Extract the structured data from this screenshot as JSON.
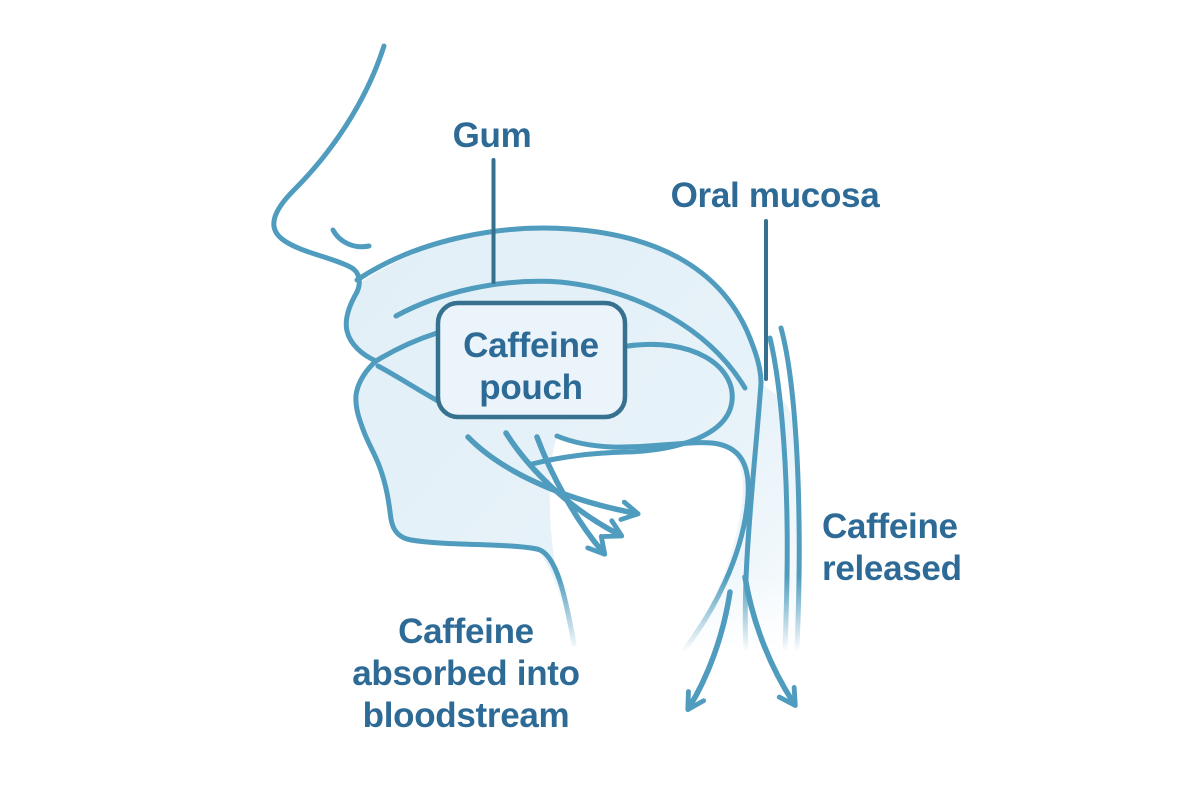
{
  "figure": {
    "type": "medical-illustration",
    "subject": "Caffeine pouch absorption through the oral mucosa",
    "labels": {
      "gum": "Gum",
      "oral_mucosa": "Oral mucosa",
      "pouch": {
        "line1": "Caffeine",
        "line2": "pouch"
      },
      "released": {
        "line1": "Caffeine",
        "line2": "released"
      },
      "absorbed": {
        "line1": "Caffeine",
        "line2": "absorbed into",
        "line3": "bloodstream"
      }
    },
    "colors": {
      "background": "#ffffff",
      "outline_stroke": "#4f9cbe",
      "tissue_fill": "#e2eff7",
      "tissue_fill_fade": "#f5fafd",
      "label_text": "#2d6b96",
      "leader_line": "#35708f",
      "pouch_box_border": "#36718f",
      "pouch_box_fill": "#eaf4fa"
    },
    "icons": {
      "mid_flow_arrows": "three curved arrows from pouch toward throat",
      "bottom_flow_arrows": "two curved arrows down the throat"
    }
  }
}
